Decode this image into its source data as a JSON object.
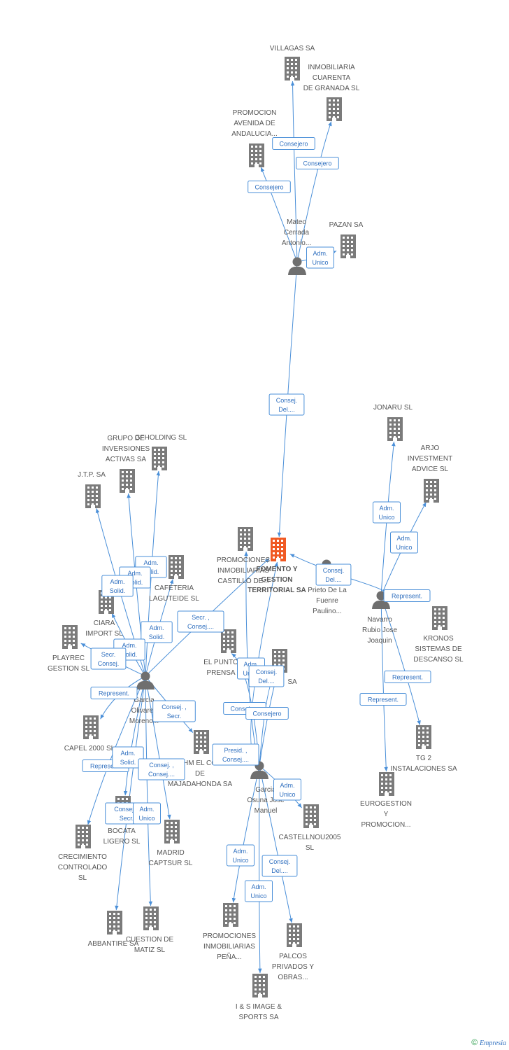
{
  "colors": {
    "edge": "#4a8fd8",
    "building": "#7b7b7b",
    "focus": "#f05a24",
    "person": "#6f6f6f"
  },
  "nodes": [
    {
      "id": "villagas",
      "kind": "building",
      "label": [
        "VILLAGAS SA"
      ]
    },
    {
      "id": "inmob40",
      "kind": "building",
      "label": [
        "INMOBILIARIA",
        "CUARENTA",
        "DE GRANADA SL"
      ]
    },
    {
      "id": "promoavda",
      "kind": "building",
      "label": [
        "PROMOCION",
        "AVENIDA DE",
        "ANDALUCIA..."
      ]
    },
    {
      "id": "pazan",
      "kind": "building",
      "label": [
        "PAZAN SA"
      ]
    },
    {
      "id": "mateo",
      "kind": "person",
      "label": [
        "Mateo",
        "Cerrada",
        "Antonio..."
      ]
    },
    {
      "id": "focus",
      "kind": "focus",
      "label": [
        "FOMENTO Y",
        "GESTION",
        "TERRITORIAL SA"
      ]
    },
    {
      "id": "jonaru",
      "kind": "building",
      "label": [
        "JONARU  SL"
      ]
    },
    {
      "id": "arjo",
      "kind": "building",
      "label": [
        "ARJO",
        "INVESTMENT",
        "ADVICE  SL"
      ]
    },
    {
      "id": "prieto",
      "kind": "person",
      "label": [
        "Prieto De La",
        "Fuenre",
        "Paulino..."
      ]
    },
    {
      "id": "navarro",
      "kind": "person",
      "label": [
        "Navarro",
        "Rubio Jose",
        "Joaquin"
      ]
    },
    {
      "id": "kronos",
      "kind": "building",
      "label": [
        "KRONOS",
        "SISTEMAS DE",
        "DESCANSO SL"
      ]
    },
    {
      "id": "tg2",
      "kind": "building",
      "label": [
        "TG 2",
        "INSTALACIONES SA"
      ]
    },
    {
      "id": "eurogestion",
      "kind": "building",
      "label": [
        "EUROGESTION",
        "Y",
        "PROMOCION..."
      ]
    },
    {
      "id": "grupo",
      "kind": "building",
      "label": [
        "GRUPO DE",
        "INVERSIONES",
        "ACTIVAS SA"
      ]
    },
    {
      "id": "gfholding",
      "kind": "building",
      "label": [
        "GFHOLDING SL"
      ]
    },
    {
      "id": "jtp",
      "kind": "building",
      "label": [
        "J.T.P. SA"
      ]
    },
    {
      "id": "cafeteria",
      "kind": "building",
      "label": [
        "CAFETERIA",
        "LAGUTEIDE SL"
      ]
    },
    {
      "id": "ciara",
      "kind": "building",
      "label": [
        "CIARA",
        "IMPORT SL"
      ]
    },
    {
      "id": "playrec",
      "kind": "building",
      "label": [
        "PLAYREC",
        "GESTION SL"
      ]
    },
    {
      "id": "promocastillo",
      "kind": "building",
      "label": [
        "PROMOCIONES",
        "INMOBILIARIAS",
        "CASTILLO DE..."
      ]
    },
    {
      "id": "elpunto",
      "kind": "building",
      "label": [
        "EL PUNTO",
        "PRENSA"
      ]
    },
    {
      "id": "xsa",
      "kind": "building",
      "label": [
        "SA"
      ]
    },
    {
      "id": "garciaol",
      "kind": "person",
      "label": [
        "Garcia",
        "Olivares",
        "Moreno..."
      ]
    },
    {
      "id": "capel",
      "kind": "building",
      "label": [
        "CAPEL 2000  SL"
      ]
    },
    {
      "id": "hmcol",
      "kind": "building",
      "label": [
        "HM EL CO",
        "DE",
        "MAJADAHONDA SA"
      ]
    },
    {
      "id": "bocata",
      "kind": "building",
      "label": [
        "BOCATA",
        "LIGERO SL"
      ]
    },
    {
      "id": "crecimiento",
      "kind": "building",
      "label": [
        "CRECIMIENTO",
        "CONTROLADO",
        "SL"
      ]
    },
    {
      "id": "madrid",
      "kind": "building",
      "label": [
        "MADRID",
        "CAPTSUR SL"
      ]
    },
    {
      "id": "abbantire",
      "kind": "building",
      "label": [
        "ABBANTIRE SA"
      ]
    },
    {
      "id": "cuestion",
      "kind": "building",
      "label": [
        "CUESTION DE",
        "MATIZ SL"
      ]
    },
    {
      "id": "garciaos",
      "kind": "person",
      "label": [
        "Garcia",
        "Osuna Jose",
        "Manuel"
      ]
    },
    {
      "id": "castellnou",
      "kind": "building",
      "label": [
        "CASTELLNOU2005",
        "SL"
      ]
    },
    {
      "id": "promopena",
      "kind": "building",
      "label": [
        "PROMOCIONES",
        "INMOBILIARIAS",
        "PEÑA..."
      ]
    },
    {
      "id": "palcos",
      "kind": "building",
      "label": [
        "PALCOS",
        "PRIVADOS Y",
        "OBRAS..."
      ]
    },
    {
      "id": "isimage",
      "kind": "building",
      "label": [
        "I & S IMAGE &",
        "SPORTS SA"
      ]
    }
  ],
  "edges": [
    {
      "from": "mateo",
      "to": "villagas",
      "label": [
        "Consejero"
      ]
    },
    {
      "from": "mateo",
      "to": "inmob40",
      "label": [
        "Consejero"
      ]
    },
    {
      "from": "mateo",
      "to": "promoavda",
      "label": [
        "Consejero"
      ]
    },
    {
      "from": "mateo",
      "to": "pazan",
      "label": [
        "Adm.",
        "Unico"
      ]
    },
    {
      "from": "mateo",
      "to": "focus",
      "label": [
        "Consej.",
        "Del...."
      ]
    },
    {
      "from": "navarro",
      "to": "jonaru",
      "label": [
        "Adm.",
        "Unico"
      ]
    },
    {
      "from": "navarro",
      "to": "arjo",
      "label": [
        "Adm.",
        "Unico"
      ]
    },
    {
      "from": "prieto",
      "to": "focus",
      "label": [
        "Consej.",
        "Del...."
      ]
    },
    {
      "from": "navarro",
      "to": "prieto",
      "label": [
        "Represent."
      ]
    },
    {
      "from": "navarro",
      "to": "tg2",
      "label": [
        "Represent."
      ]
    },
    {
      "from": "navarro",
      "to": "eurogestion",
      "label": [
        "Represent."
      ]
    },
    {
      "from": "garciaol",
      "to": "gfholding",
      "label": [
        "Adm.",
        "Solid."
      ]
    },
    {
      "from": "garciaol",
      "to": "grupo",
      "label": [
        "Adm.",
        "Solid."
      ]
    },
    {
      "from": "garciaol",
      "to": "jtp",
      "label": [
        "Adm.",
        "Solid."
      ]
    },
    {
      "from": "garciaol",
      "to": "cafeteria",
      "label": [
        "Adm.",
        "Solid."
      ]
    },
    {
      "from": "garciaol",
      "to": "ciara",
      "label": [
        "Adm.",
        "Solid."
      ]
    },
    {
      "from": "garciaol",
      "to": "playrec",
      "label": [
        "Secr.",
        "Consej."
      ]
    },
    {
      "from": "garciaol",
      "to": "focus",
      "label": [
        "Secr. ,",
        "Consej...."
      ]
    },
    {
      "from": "garciaol",
      "to": "capel",
      "label": [
        "Represent."
      ]
    },
    {
      "from": "garciaol",
      "to": "hmcol",
      "label": [
        "Consej. ,",
        "Secr."
      ]
    },
    {
      "from": "garciaol",
      "to": "crecimiento",
      "label": [
        "Represent."
      ]
    },
    {
      "from": "garciaol",
      "to": "bocata",
      "label": [
        "Adm.",
        "Solid."
      ]
    },
    {
      "from": "garciaol",
      "to": "madrid",
      "label": [
        "Consej. ,",
        "Consej...."
      ]
    },
    {
      "from": "garciaol",
      "to": "abbantire",
      "label": [
        "Consej. ,",
        "Secr."
      ]
    },
    {
      "from": "garciaol",
      "to": "cuestion",
      "label": [
        "Adm.",
        "Unico"
      ]
    },
    {
      "from": "garciaos",
      "to": "focus",
      "label": [
        "Presid. ,",
        "Consej...."
      ]
    },
    {
      "from": "garciaos",
      "to": "elpunto",
      "label": [
        "Adm.",
        "Unico"
      ]
    },
    {
      "from": "garciaos",
      "to": "xsa",
      "label": [
        "Consej.",
        "Del...."
      ]
    },
    {
      "from": "garciaos",
      "to": "promocastillo",
      "label": [
        "Consejero"
      ]
    },
    {
      "from": "garciaos",
      "to": "xsa",
      "label": [
        "Consejero"
      ]
    },
    {
      "from": "garciaos",
      "to": "castellnou",
      "label": [
        "Adm.",
        "Unico"
      ]
    },
    {
      "from": "garciaos",
      "to": "promopena",
      "label": [
        "Adm.",
        "Unico"
      ]
    },
    {
      "from": "garciaos",
      "to": "palcos",
      "label": [
        "Consej.",
        "Del...."
      ]
    },
    {
      "from": "garciaos",
      "to": "isimage",
      "label": [
        "Adm.",
        "Unico"
      ]
    }
  ],
  "footer": {
    "copyright": "©",
    "brand": "Empresia"
  }
}
